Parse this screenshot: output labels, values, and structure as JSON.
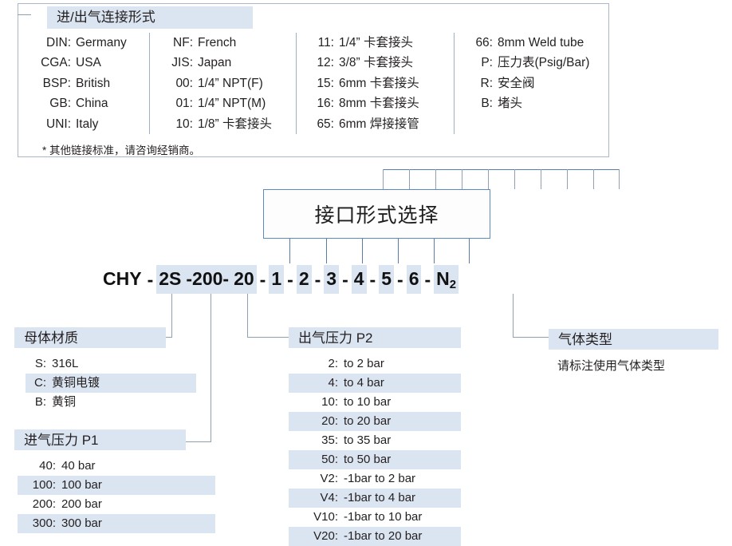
{
  "connection_box": {
    "title": "进/出气连接形式",
    "note": "* 其他链接标准，请咨询经销商。",
    "columns": [
      {
        "rows": [
          {
            "key": "DIN:",
            "value": "Germany"
          },
          {
            "key": "CGA:",
            "value": "USA"
          },
          {
            "key": "BSP:",
            "value": "British"
          },
          {
            "key": "GB:",
            "value": "China"
          },
          {
            "key": "UNI:",
            "value": "Italy"
          }
        ]
      },
      {
        "rows": [
          {
            "key": "NF:",
            "value": "French"
          },
          {
            "key": "JIS:",
            "value": "Japan"
          },
          {
            "key": "00:",
            "value": "1/4” NPT(F)"
          },
          {
            "key": "01:",
            "value": "1/4” NPT(M)"
          },
          {
            "key": "10:",
            "value": "1/8” 卡套接头"
          }
        ]
      },
      {
        "rows": [
          {
            "key": "11:",
            "value": "1/4” 卡套接头"
          },
          {
            "key": "12:",
            "value": "3/8” 卡套接头"
          },
          {
            "key": "15:",
            "value": "6mm 卡套接头"
          },
          {
            "key": "16:",
            "value": "8mm 卡套接头"
          },
          {
            "key": "65:",
            "value": "6mm 焊接接管"
          }
        ]
      },
      {
        "rows": [
          {
            "key": "66:",
            "value": "8mm Weld tube"
          },
          {
            "key": "P:",
            "value": "压力表(Psig/Bar)"
          },
          {
            "key": "R:",
            "value": "安全阀"
          },
          {
            "key": "B:",
            "value": "堵头"
          }
        ]
      }
    ]
  },
  "main_box": {
    "label": "接口形式选择"
  },
  "model_code": {
    "segments": [
      {
        "text": "CHY",
        "highlight": false
      },
      {
        "text": "-",
        "dash": true
      },
      {
        "text": "2S",
        "highlight": true
      },
      {
        "text": "-200-",
        "highlight": true
      },
      {
        "text": "20",
        "highlight": true
      },
      {
        "text": "-",
        "dash": true
      },
      {
        "text": "1",
        "highlight": true
      },
      {
        "text": "-",
        "dash": true
      },
      {
        "text": "2",
        "highlight": true
      },
      {
        "text": "-",
        "dash": true
      },
      {
        "text": "3",
        "highlight": true
      },
      {
        "text": "-",
        "dash": true
      },
      {
        "text": "4",
        "highlight": true
      },
      {
        "text": "-",
        "dash": true
      },
      {
        "text": "5",
        "highlight": true
      },
      {
        "text": "-",
        "dash": true
      },
      {
        "text": "6",
        "highlight": true
      },
      {
        "text": "-",
        "dash": true
      },
      {
        "text": "N",
        "sub": "2",
        "highlight": true
      }
    ],
    "full_text": "CHY - 2S -200- 20 - 1 - 2 - 3 - 4 - 5 - 6 - N2"
  },
  "material": {
    "title": "母体材质",
    "rows": [
      {
        "key": "S:",
        "value": "316L",
        "alt": false
      },
      {
        "key": "C:",
        "value": "黄铜电镀",
        "alt": true
      },
      {
        "key": "B:",
        "value": "黄铜",
        "alt": false
      }
    ]
  },
  "inlet_pressure": {
    "title": "进气压力 P1",
    "rows": [
      {
        "key": "40:",
        "value": "40 bar",
        "alt": false
      },
      {
        "key": "100:",
        "value": "100 bar",
        "alt": true
      },
      {
        "key": "200:",
        "value": "200 bar",
        "alt": false
      },
      {
        "key": "300:",
        "value": "300 bar",
        "alt": true
      }
    ]
  },
  "outlet_pressure": {
    "title": "出气压力 P2",
    "rows": [
      {
        "key": "2:",
        "value": "to 2 bar",
        "alt": false
      },
      {
        "key": "4:",
        "value": "to 4 bar",
        "alt": true
      },
      {
        "key": "10:",
        "value": "to 10 bar",
        "alt": false
      },
      {
        "key": "20:",
        "value": "to 20 bar",
        "alt": true
      },
      {
        "key": "35:",
        "value": "to 35 bar",
        "alt": false
      },
      {
        "key": "50:",
        "value": "to 50 bar",
        "alt": true
      },
      {
        "key": "V2:",
        "value": "-1bar to 2 bar",
        "alt": false
      },
      {
        "key": "V4:",
        "value": "-1bar to 4 bar",
        "alt": true
      },
      {
        "key": "V10:",
        "value": "-1bar to 10 bar",
        "alt": false
      },
      {
        "key": "V20:",
        "value": "-1bar to 20 bar",
        "alt": true
      }
    ]
  },
  "gas_type": {
    "title": "气体类型",
    "note": "请标注使用气体类型"
  },
  "colors": {
    "highlight": "#dbe5f1",
    "box_border": "#5b8ac0",
    "line": "#8fa0b5",
    "text": "#231f20"
  }
}
